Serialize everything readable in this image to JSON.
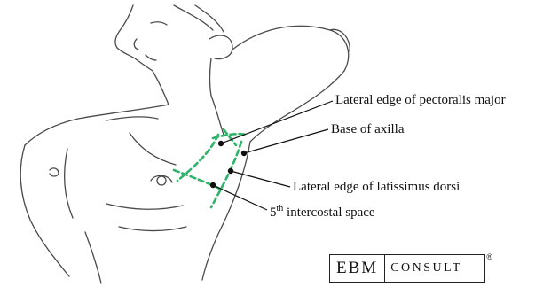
{
  "labels": {
    "pectoralis": "Lateral edge of pectoralis major",
    "axilla_base": "Base of axilla",
    "latissimus": "Lateral edge of latissimus dorsi",
    "intercostal_prefix": "5",
    "intercostal_sup": "th",
    "intercostal_rest": " intercostal space"
  },
  "logo": {
    "left": "EBM",
    "right": "CONSULT",
    "registered": "®"
  },
  "colors": {
    "sketch": "#555555",
    "marker_green": "#2fb36a",
    "leader": "#111111"
  }
}
